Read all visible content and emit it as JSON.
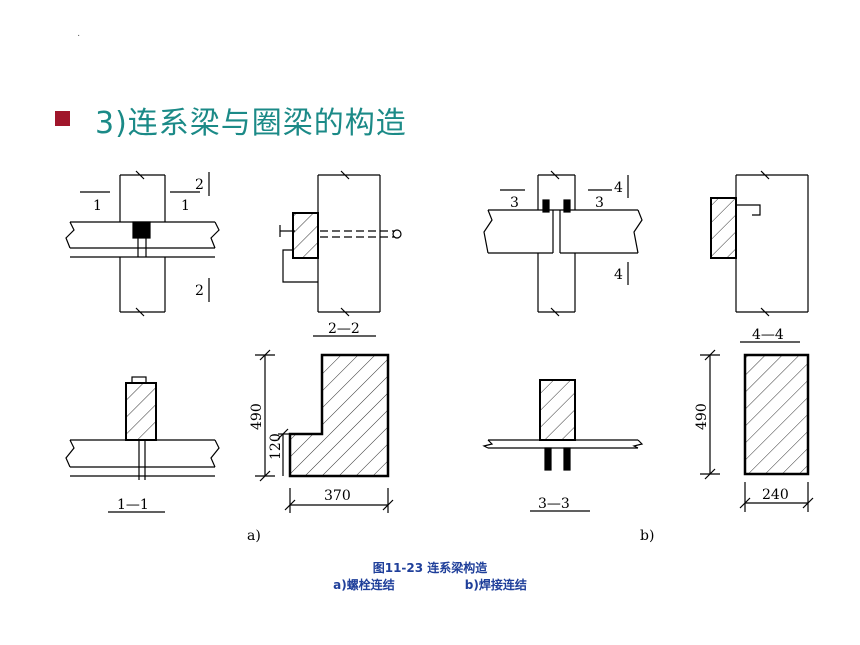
{
  "header": {
    "dot": "·",
    "title": "3)连系梁与圈梁的构造"
  },
  "figure": {
    "section_labels": {
      "s1_left": "1",
      "s1_right": "1",
      "s2_top": "2",
      "s2_bottom": "2",
      "s3_left": "3",
      "s3_right": "3",
      "s4_top": "4",
      "s4_bottom": "4",
      "cut_2_2": "2—2",
      "cut_4_4": "4—4",
      "cut_1_1": "1—1",
      "cut_3_3": "3—3"
    },
    "dimensions": {
      "d490_a": "490",
      "d120": "120",
      "d370": "370",
      "d490_b": "490",
      "d240": "240"
    },
    "part_labels": {
      "a": "a)",
      "b": "b)"
    }
  },
  "caption": {
    "line1": "图11-23  连系梁构造",
    "a_text": "a)螺栓连结",
    "b_text": "b)焊接连结"
  },
  "colors": {
    "accent_title": "#1b8a87",
    "bullet": "#a0162b",
    "caption": "#1f3f9a"
  }
}
